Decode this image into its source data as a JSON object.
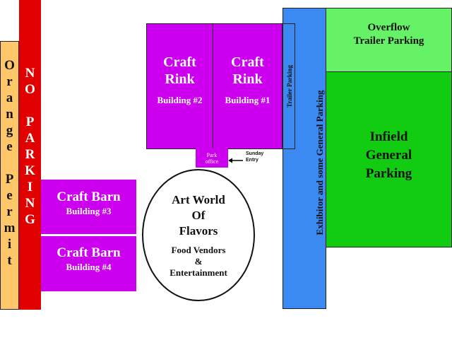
{
  "colors": {
    "no_parking": "#e00000",
    "orange_permit": "#ffc66a",
    "craft": "#cc00ee",
    "blue": "#3a8af2",
    "overflow_green": "#66f266",
    "infield_green": "#11cc11"
  },
  "regions": {
    "orange_permit": {
      "letters": [
        "O",
        "r",
        "a",
        "n",
        "g",
        "e",
        " ",
        "P",
        "e",
        "r",
        "m",
        "i",
        "t"
      ]
    },
    "no_parking": {
      "letters": [
        "N",
        "O",
        " ",
        "P",
        "A",
        "R",
        "K",
        "I",
        "N",
        "G"
      ]
    },
    "craft_rink_2": {
      "title_line1": "Craft",
      "title_line2": "Rink",
      "subtitle": "Building #2"
    },
    "craft_rink_1": {
      "title_line1": "Craft",
      "title_line2": "Rink",
      "subtitle": "Building #1"
    },
    "park_office": {
      "line1": "Park",
      "line2": "office"
    },
    "sunday_entry": {
      "line1": "Sunday",
      "line2": "Entry"
    },
    "craft_barn_3": {
      "title": "Craft Barn",
      "subtitle": "Building #3"
    },
    "craft_barn_4": {
      "title": "Craft Barn",
      "subtitle": "Building #4"
    },
    "art_world": {
      "line1": "Art World",
      "line2": "Of",
      "line3": "Flavors",
      "sub1": "Food Vendors",
      "sub2": "&",
      "sub3": "Entertainment"
    },
    "exhibitor_parking": {
      "label": "Exhibitor and some General Parking"
    },
    "trailer_parking": {
      "label": "Trailer Parking"
    },
    "overflow": {
      "line1": "Overflow",
      "line2": "Trailer Parking"
    },
    "infield": {
      "line1": "Infield",
      "line2": "General",
      "line3": "Parking"
    }
  }
}
